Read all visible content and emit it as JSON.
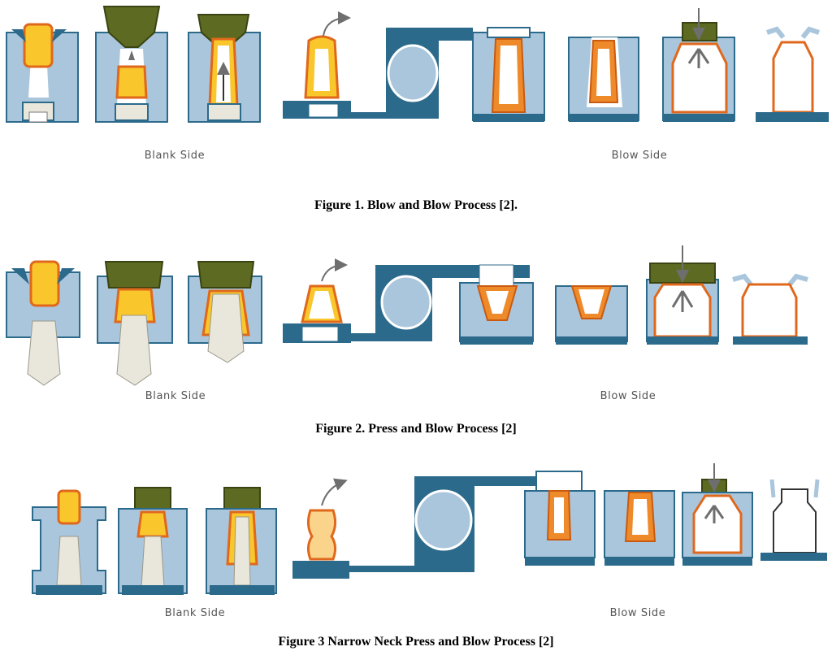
{
  "figures": [
    {
      "blank_label": "Blank Side",
      "blow_label": "Blow Side",
      "caption": "Figure 1. Blow and Blow Process [2]."
    },
    {
      "blank_label": "Blank Side",
      "blow_label": "Blow Side",
      "caption": "Figure 2. Press and Blow Process [2]"
    },
    {
      "blank_label": "Blank Side",
      "blow_label": "Blow Side",
      "caption": "Figure 3 Narrow Neck Press and Blow Process [2]"
    }
  ],
  "colors": {
    "mold_light": "#aac6dc",
    "mold_dark": "#2c6a8c",
    "plunger": "#e9e7dc",
    "gob_hot": "#f9c62c",
    "gob_outline": "#e0681c",
    "parison_warm": "#ef8a2a",
    "baffle_olive": "#5d6a22",
    "arrow_gray": "#6e6e6e"
  }
}
